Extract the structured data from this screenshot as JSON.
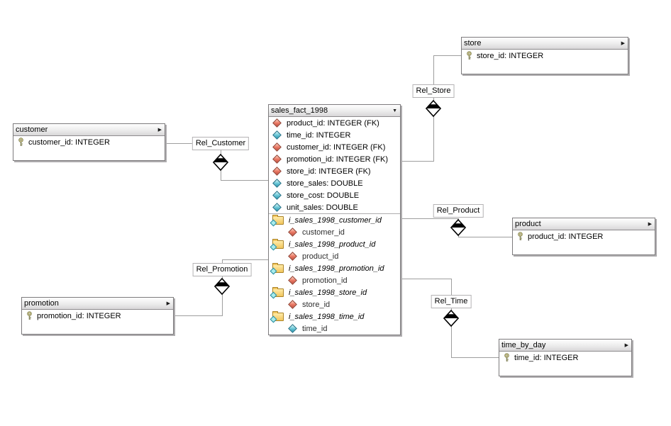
{
  "canvas_background": "#ffffff",
  "colors": {
    "fk_diamond_icon": "#e07a66",
    "attribute_diamond_icon": "#52b4c8",
    "index_folder_icon": "#f2c65e",
    "primary_key_icon": "#e0d48a",
    "connector_line": "#9e9e9e",
    "table_header_bg": "#e4e2e4"
  },
  "diagram": {
    "tables": {
      "customer": {
        "name": "customer",
        "arrow": "▶",
        "fields": [
          {
            "icon": "key-icon",
            "text": "customer_id: INTEGER"
          }
        ]
      },
      "store": {
        "name": "store",
        "arrow": "▶",
        "fields": [
          {
            "icon": "key-icon",
            "text": "store_id: INTEGER"
          }
        ]
      },
      "product": {
        "name": "product",
        "arrow": "▶",
        "fields": [
          {
            "icon": "key-icon",
            "text": "product_id: INTEGER"
          }
        ]
      },
      "promotion": {
        "name": "promotion",
        "arrow": "▶",
        "fields": [
          {
            "icon": "key-icon",
            "text": "promotion_id: INTEGER"
          }
        ]
      },
      "time_by_day": {
        "name": "time_by_day",
        "arrow": "▶",
        "fields": [
          {
            "icon": "key-icon",
            "text": "time_id: INTEGER"
          }
        ]
      },
      "sales_fact_1998": {
        "name": "sales_fact_1998",
        "arrow": "▼",
        "fields": [
          {
            "icon": "fk-diamond-icon",
            "text": "product_id: INTEGER (FK)"
          },
          {
            "icon": "attr-diamond-icon",
            "text": "time_id: INTEGER"
          },
          {
            "icon": "fk-diamond-icon",
            "text": "customer_id: INTEGER (FK)"
          },
          {
            "icon": "fk-diamond-icon",
            "text": "promotion_id: INTEGER (FK)"
          },
          {
            "icon": "fk-diamond-icon",
            "text": "store_id: INTEGER (FK)"
          },
          {
            "icon": "attr-diamond-icon",
            "text": "store_sales: DOUBLE"
          },
          {
            "icon": "attr-diamond-icon",
            "text": "store_cost: DOUBLE"
          },
          {
            "icon": "attr-diamond-icon",
            "text": "unit_sales: DOUBLE"
          }
        ],
        "indices": [
          {
            "icon": "index-folder-icon",
            "text": "i_sales_1998_customer_id"
          },
          {
            "icon": "fk-diamond-icon",
            "text": "customer_id"
          },
          {
            "icon": "index-folder-icon",
            "text": "i_sales_1998_product_id"
          },
          {
            "icon": "fk-diamond-icon",
            "text": "product_id"
          },
          {
            "icon": "index-folder-icon",
            "text": "i_sales_1998_promotion_id"
          },
          {
            "icon": "fk-diamond-icon",
            "text": "promotion_id"
          },
          {
            "icon": "index-folder-icon",
            "text": "i_sales_1998_store_id"
          },
          {
            "icon": "fk-diamond-icon",
            "text": "store_id"
          },
          {
            "icon": "index-folder-icon",
            "text": "i_sales_1998_time_id"
          },
          {
            "icon": "attr-diamond-icon",
            "text": "time_id"
          }
        ]
      }
    },
    "relationships": [
      {
        "name": "Rel_Customer"
      },
      {
        "name": "Rel_Store"
      },
      {
        "name": "Rel_Product"
      },
      {
        "name": "Rel_Promotion"
      },
      {
        "name": "Rel_Time"
      }
    ]
  }
}
